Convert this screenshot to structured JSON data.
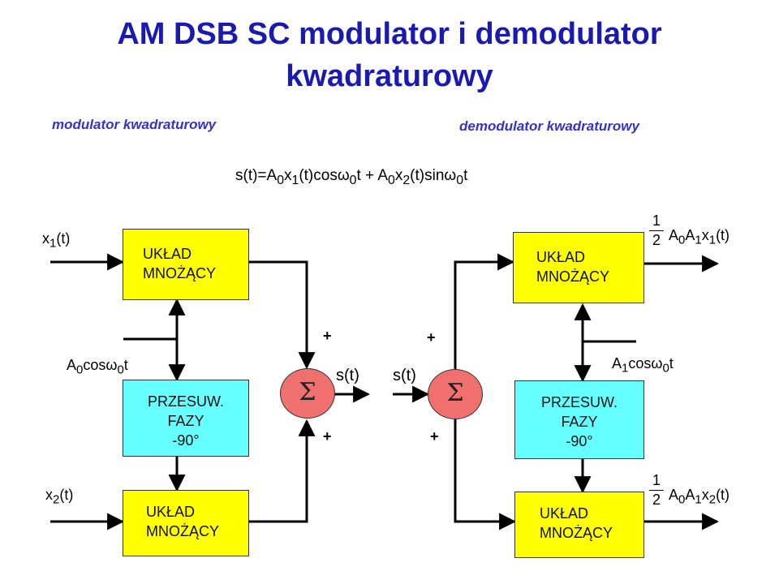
{
  "title": {
    "line1": "AM DSB SC modulator i demodulator",
    "line2": "kwadraturowy"
  },
  "sections": {
    "modulator": "modulator kwadraturowy",
    "demodulator": "demodulator kwadraturowy"
  },
  "formula": {
    "p1": "s(t)=A",
    "s1": "0",
    "p2": "x",
    "s2": "1",
    "p3": "(t)cos",
    "p4": "ω",
    "s3": "0",
    "p5": "t + A",
    "s4": "0",
    "p6": "x",
    "s5": "2",
    "p7": "(t)sin",
    "p8": "ω",
    "s6": "0",
    "p9": "t"
  },
  "modulator": {
    "mult_top": {
      "line1": "UKŁAD",
      "line2": "MNOŻĄCY"
    },
    "phase": {
      "line1": "PRZESUW.",
      "line2": "FAZY",
      "line3": "-90°"
    },
    "mult_bottom": {
      "line1": "UKŁAD",
      "line2": "MNOŻĄCY"
    },
    "in1": {
      "base": "x",
      "sub": "1",
      "tail": "(t)"
    },
    "in2": {
      "base": "x",
      "sub": "2",
      "tail": "(t)"
    },
    "carrier": {
      "a": "A",
      "sub0": "0",
      "b": "cos",
      "w": "ω",
      "sub1": "0",
      "c": "t"
    },
    "plus_top": "+",
    "plus_bottom": "+",
    "sum_symbol": "Σ",
    "output": "s(t)"
  },
  "demodulator": {
    "mult_top": {
      "line1": "UKŁAD",
      "line2": "MNOŻĄCY"
    },
    "phase": {
      "line1": "PRZESUW.",
      "line2": "FAZY",
      "line3": "-90°"
    },
    "mult_bottom": {
      "line1": "UKŁAD",
      "line2": "MNOŻĄCY"
    },
    "input": "s(t)",
    "plus_top": "+",
    "plus_bottom": "+",
    "sum_symbol": "Σ",
    "carrier": {
      "a": "A",
      "sub0": "1",
      "b": "cos",
      "w": "ω",
      "sub1": "0",
      "c": "t"
    },
    "out1": {
      "num": "1",
      "den": "2",
      "a": "A",
      "s0": "0",
      "b": "A",
      "s1": "1",
      "c": "x",
      "s2": "1",
      "d": "(t)"
    },
    "out2": {
      "num": "1",
      "den": "2",
      "a": "A",
      "s0": "0",
      "b": "A",
      "s1": "1",
      "c": "x",
      "s2": "2",
      "d": "(t)"
    }
  },
  "colors": {
    "title": "#1a1ab0",
    "section": "#3333cc",
    "multiplier_fill": "#ffff00",
    "phase_fill": "#66ffff",
    "summer_fill": "#f07070"
  }
}
